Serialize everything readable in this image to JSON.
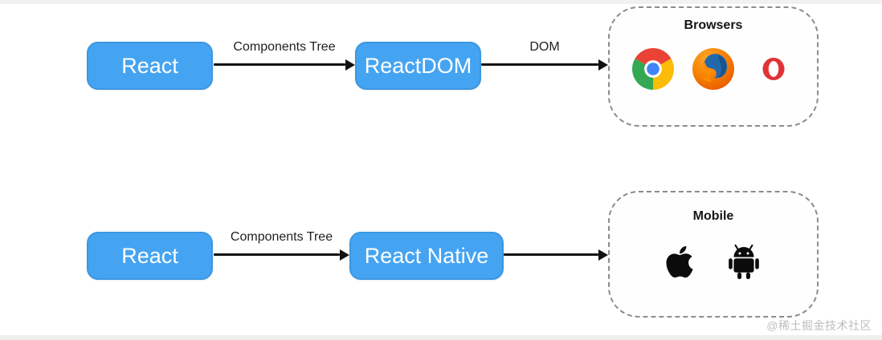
{
  "rows": [
    {
      "source_label": "React",
      "arrow1_label": "Components Tree",
      "renderer_label": "ReactDOM",
      "arrow2_label": "DOM",
      "group": {
        "title": "Browsers",
        "icons": [
          "chrome",
          "firefox",
          "opera"
        ]
      }
    },
    {
      "source_label": "React",
      "arrow1_label": "Components Tree",
      "renderer_label": "React Native",
      "group": {
        "title": "Mobile",
        "icons": [
          "apple",
          "android"
        ]
      }
    }
  ],
  "watermark": "@稀土掘金技术社区",
  "colors": {
    "node_fill": "#45A4F2",
    "node_text": "#FFFFFF",
    "arrow": "#111111",
    "group_border": "#8C8C8C",
    "chrome_red": "#EA4335",
    "chrome_yellow": "#FBBC05",
    "chrome_green": "#34A853",
    "chrome_blue": "#4285F4",
    "firefox_orange": "#F57C00",
    "firefox_blue": "#2368AA",
    "opera_red": "#E13238",
    "apple_black": "#0B0B0B",
    "android_black": "#0B0B0B",
    "watermark_gray": "#BDBDBD"
  }
}
